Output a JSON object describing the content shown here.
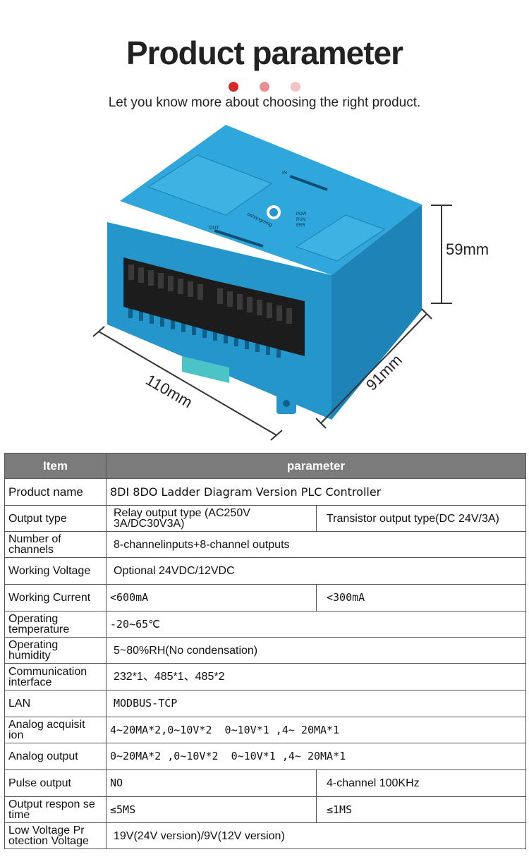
{
  "header": {
    "title": "Product parameter",
    "subtitle": "Let you know more about choosing the right product.",
    "dots": [
      "#d6292b",
      "#ea8f91",
      "#f3c3c4"
    ]
  },
  "product_image": {
    "dimensions": {
      "height": "59mm",
      "length": "110mm",
      "depth": "91mm"
    },
    "device_labels": {
      "brand": "oshangming",
      "in": "IN",
      "out": "OUT",
      "pow": "POW",
      "run": "RUN",
      "err": "ERR"
    },
    "colors": {
      "body": "#2b9dd2",
      "body_dark": "#1a7eb0",
      "terminal": "#1c1c1c"
    }
  },
  "table": {
    "headers": {
      "item": "Item",
      "parameter": "parameter"
    },
    "rows": [
      {
        "item": "Product name",
        "value": "8DI 8DO Ladder Diagram Version PLC Controller"
      },
      {
        "item": "Output type",
        "value": "Relay output type (AC250V 3A/DC30V3A)",
        "value2": "Transistor output type(DC 24V/3A)"
      },
      {
        "item": "Number of channels",
        "value": "8-channelinputs+8-channel outputs"
      },
      {
        "item": "Working Voltage",
        "value": "Optional 24VDC/12VDC"
      },
      {
        "item": "Working Current",
        "value": "<600mA",
        "value2": "<300mA"
      },
      {
        "item": "Operating temperature",
        "value": "-20~65℃"
      },
      {
        "item": "Operating humidity",
        "value": "5~80%RH(No condensation)"
      },
      {
        "item": "Communication interface",
        "value": "232*1、485*1、485*2"
      },
      {
        "item": "LAN",
        "value": "MODBUS-TCP"
      },
      {
        "item": "Analog acquisit ion",
        "value": "4~20MA*2,0~10V*2  0~10V*1 ,4~ 20MA*1"
      },
      {
        "item": "Analog output",
        "value": "0~20MA*2 ,0~10V*2  0~10V*1 ,4~ 20MA*1"
      },
      {
        "item": "Pulse output",
        "value": "NO",
        "value2": "4-channel 100KHz"
      },
      {
        "item": "Output respon se time",
        "value": "≤5MS",
        "value2": "≤1MS"
      },
      {
        "item": "Low Voltage Pr otection Voltage",
        "value": "19V(24V version)/9V(12V version)"
      }
    ]
  }
}
